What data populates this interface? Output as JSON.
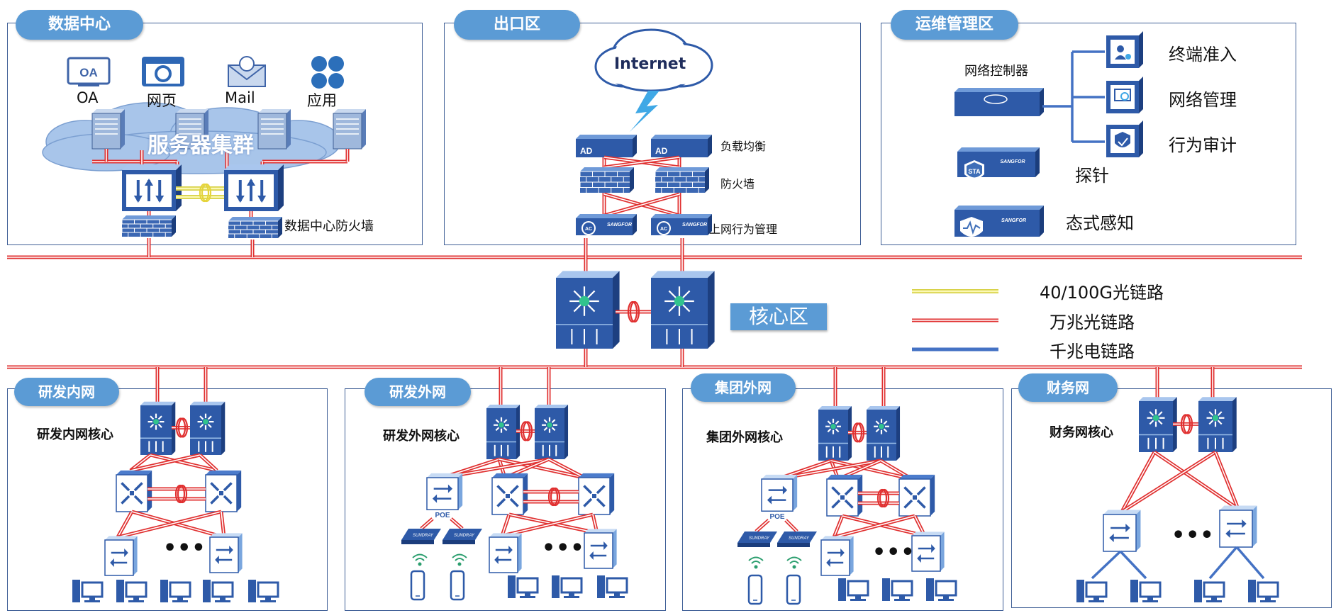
{
  "zones": {
    "datacenter": {
      "title": "数据中心",
      "apps": [
        "OA",
        "网页",
        "Mail",
        "应用"
      ],
      "cluster": "服务器集群",
      "firewall": "数据中心防火墙"
    },
    "egress": {
      "title": "出口区",
      "internet": "Internet",
      "lb": "负载均衡",
      "fw": "防火墙",
      "ac": "上网行为管理",
      "ad_label": "AD",
      "ac_label": "AC"
    },
    "ops": {
      "title": "运维管理区",
      "controller": "网络控制器",
      "items": [
        "终端准入",
        "网络管理",
        "行为审计"
      ],
      "probe": "探针",
      "awareness": "态式感知",
      "sta_label": "STA",
      "brand": "SANGFOR"
    },
    "core": {
      "title": "核心区"
    },
    "rd_inner": {
      "title": "研发内网",
      "core": "研发内网核心"
    },
    "rd_outer": {
      "title": "研发外网",
      "core": "研发外网核心",
      "poe": "POE",
      "ap_brand": "SUNDRAY"
    },
    "group_outer": {
      "title": "集团外网",
      "core": "集团外网核心",
      "poe": "POE",
      "ap_brand": "SUNDRAY"
    },
    "finance": {
      "title": "财务网",
      "core": "财务网核心"
    }
  },
  "ellipsis": "•••",
  "legend": [
    {
      "label": "40/100G光链路",
      "color": "#f5f07a"
    },
    {
      "label": "万兆光链路",
      "color": "#e03030"
    },
    {
      "label": "千兆电链路",
      "color": "#4472c4"
    }
  ],
  "colors": {
    "device": "#2e5aa8",
    "device_light": "#8ab4e6",
    "tag": "#5b9bd5",
    "border": "#3f5f96",
    "red": "#e03030",
    "blue": "#4472c4",
    "yellow": "#f5f07a"
  }
}
